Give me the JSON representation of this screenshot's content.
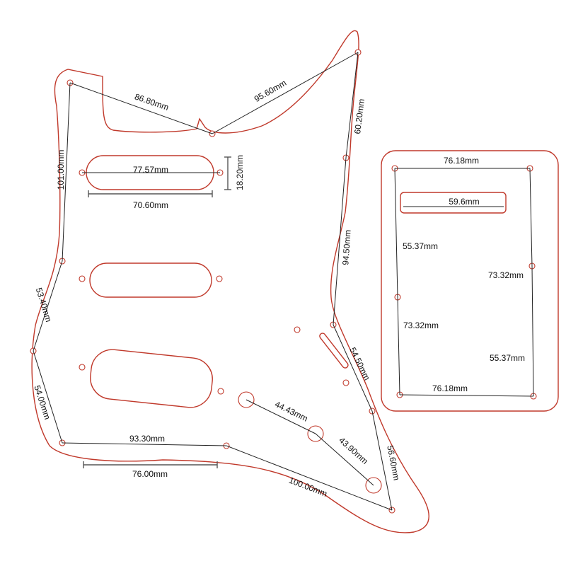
{
  "diagram": {
    "colors": {
      "outline": "#c0392b",
      "dimension_line": "#222222",
      "background": "#ffffff"
    },
    "pickguard": {
      "labels": {
        "top_left_to_notch": "86.80mm",
        "notch_to_top_right": "95.60mm",
        "left_upper_edge": "101.00mm",
        "pickup_inner_length": "77.57mm",
        "pickup_height": "18.20mm",
        "pickup_outer_length": "70.60mm",
        "left_middle_edge": "53.40mm",
        "left_lower_edge": "54.00mm",
        "bottom_left_span": "93.30mm",
        "bottom_cutout": "76.00mm",
        "bottom_diagonal": "100.00mm",
        "right_upper_edge": "60.20mm",
        "right_middle_edge": "94.50mm",
        "right_lower_edge": "54.50mm",
        "right_bottom_edge": "56.60mm",
        "knob_spacing_1": "44.43mm",
        "knob_spacing_2": "43.90mm"
      }
    },
    "backplate": {
      "labels": {
        "top_width": "76.18mm",
        "slot_width": "59.6mm",
        "left_upper": "55.37mm",
        "right_upper": "73.32mm",
        "left_lower": "73.32mm",
        "right_lower": "55.37mm",
        "bottom_width": "76.18mm"
      }
    }
  }
}
